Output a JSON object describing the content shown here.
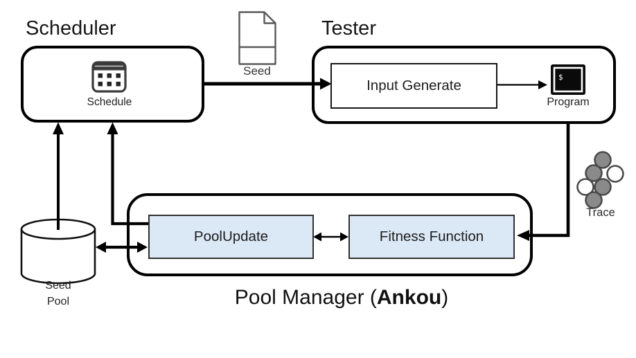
{
  "scheduler": {
    "title": "Scheduler",
    "module": "Schedule"
  },
  "seed": {
    "label": "Seed"
  },
  "tester": {
    "title": "Tester",
    "input_generate": "Input Generate",
    "program": "Program",
    "prompt": "$"
  },
  "trace": {
    "label": "Trace"
  },
  "pool_manager": {
    "title_prefix": "Pool Manager (",
    "title_bold": "Ankou",
    "title_suffix": ")",
    "pool_update": "PoolUpdate",
    "fitness_function": "Fitness Function"
  },
  "seed_pool": {
    "line1": "Seed",
    "line2": "Pool"
  },
  "colors": {
    "module_fill": "#dbe8f5",
    "module_border": "#2f2f2f",
    "outline": "#000000",
    "icon_gray": "#595959",
    "trace_node_fill": "#8a8a8a",
    "terminal_bg": "#0a0a0a"
  }
}
